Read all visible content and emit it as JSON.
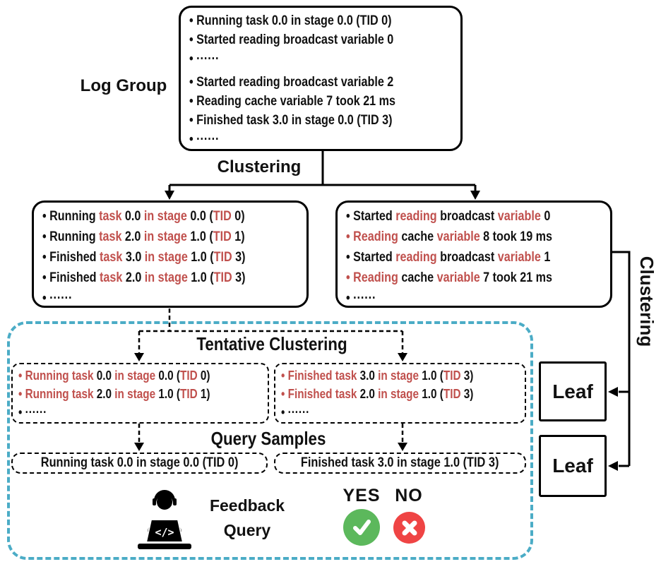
{
  "palette": {
    "text_black": "#111111",
    "token_red": "#C0504D",
    "container_teal": "#4BACC6",
    "yes_green": "#5CB85C",
    "no_red": "#EF4444"
  },
  "labels": {
    "log_group": "Log Group",
    "clustering_top": "Clustering",
    "clustering_right": "Clustering",
    "tentative_clustering": "Tentative Clustering",
    "query_samples": "Query Samples",
    "feedback_line1": "Feedback",
    "feedback_line2": "Query",
    "yes": "YES",
    "no": "NO",
    "leaf_top": "Leaf",
    "leaf_bottom": "Leaf",
    "laptop_code_glyph": "</>"
  },
  "boxes": {
    "log_group": {
      "lines": [
        {
          "seg": [
            {
              "t": "• Running task 0.0 in stage 0.0 (TID 0)",
              "c": "black"
            }
          ]
        },
        {
          "seg": [
            {
              "t": "• Started reading broadcast variable 0",
              "c": "black"
            }
          ]
        },
        {
          "seg": [
            {
              "t": "• ······",
              "c": "black"
            }
          ]
        },
        {
          "gap": true,
          "seg": [
            {
              "t": "• Started reading broadcast variable 2",
              "c": "black"
            }
          ]
        },
        {
          "seg": [
            {
              "t": "• Reading cache variable 7 took 21 ms",
              "c": "black"
            }
          ]
        },
        {
          "seg": [
            {
              "t": "• Finished task 3.0 in stage 0.0 (TID 3)",
              "c": "black"
            }
          ]
        },
        {
          "seg": [
            {
              "t": "• ······",
              "c": "black"
            }
          ]
        }
      ]
    },
    "cluster_left": {
      "lines": [
        {
          "seg": [
            {
              "t": "• Running ",
              "c": "black"
            },
            {
              "t": "task ",
              "c": "red"
            },
            {
              "t": "0.0 ",
              "c": "black"
            },
            {
              "t": "in stage ",
              "c": "red"
            },
            {
              "t": "0.0 (",
              "c": "black"
            },
            {
              "t": "TID",
              "c": "red"
            },
            {
              "t": " 0)",
              "c": "black"
            }
          ]
        },
        {
          "seg": [
            {
              "t": "• Running ",
              "c": "black"
            },
            {
              "t": "task ",
              "c": "red"
            },
            {
              "t": "2.0 ",
              "c": "black"
            },
            {
              "t": "in stage ",
              "c": "red"
            },
            {
              "t": "1.0 (",
              "c": "black"
            },
            {
              "t": "TID",
              "c": "red"
            },
            {
              "t": " 1)",
              "c": "black"
            }
          ]
        },
        {
          "seg": [
            {
              "t": "• Finished ",
              "c": "black"
            },
            {
              "t": "task ",
              "c": "red"
            },
            {
              "t": "3.0 ",
              "c": "black"
            },
            {
              "t": "in stage ",
              "c": "red"
            },
            {
              "t": "1.0 (",
              "c": "black"
            },
            {
              "t": "TID",
              "c": "red"
            },
            {
              "t": " 3)",
              "c": "black"
            }
          ]
        },
        {
          "seg": [
            {
              "t": "• Finished ",
              "c": "black"
            },
            {
              "t": "task ",
              "c": "red"
            },
            {
              "t": "2.0 ",
              "c": "black"
            },
            {
              "t": "in stage ",
              "c": "red"
            },
            {
              "t": "1.0 (",
              "c": "black"
            },
            {
              "t": "TID",
              "c": "red"
            },
            {
              "t": " 3)",
              "c": "black"
            }
          ]
        },
        {
          "seg": [
            {
              "t": "• ······",
              "c": "black"
            }
          ]
        }
      ]
    },
    "cluster_right": {
      "lines": [
        {
          "seg": [
            {
              "t": "• Started ",
              "c": "black"
            },
            {
              "t": "reading ",
              "c": "red"
            },
            {
              "t": "broadcast ",
              "c": "black"
            },
            {
              "t": "variable ",
              "c": "red"
            },
            {
              "t": "0",
              "c": "black"
            }
          ]
        },
        {
          "seg": [
            {
              "t": "• Reading ",
              "c": "red"
            },
            {
              "t": "cache ",
              "c": "black"
            },
            {
              "t": "variable ",
              "c": "red"
            },
            {
              "t": "8 took 19 ms",
              "c": "black"
            }
          ]
        },
        {
          "seg": [
            {
              "t": "• Started ",
              "c": "black"
            },
            {
              "t": "reading ",
              "c": "red"
            },
            {
              "t": "broadcast ",
              "c": "black"
            },
            {
              "t": "variable ",
              "c": "red"
            },
            {
              "t": "1",
              "c": "black"
            }
          ]
        },
        {
          "seg": [
            {
              "t": "• Reading ",
              "c": "red"
            },
            {
              "t": "cache ",
              "c": "black"
            },
            {
              "t": "variable ",
              "c": "red"
            },
            {
              "t": "7 took 21 ms",
              "c": "black"
            }
          ]
        },
        {
          "seg": [
            {
              "t": "• ······",
              "c": "black"
            }
          ]
        }
      ]
    },
    "tentative_left": {
      "lines": [
        {
          "seg": [
            {
              "t": "• Running task ",
              "c": "red"
            },
            {
              "t": "0.0 ",
              "c": "black"
            },
            {
              "t": "in stage ",
              "c": "red"
            },
            {
              "t": "0.0 (",
              "c": "black"
            },
            {
              "t": "TID",
              "c": "red"
            },
            {
              "t": " 0)",
              "c": "black"
            }
          ]
        },
        {
          "seg": [
            {
              "t": "• Running task ",
              "c": "red"
            },
            {
              "t": "2.0 ",
              "c": "black"
            },
            {
              "t": "in stage ",
              "c": "red"
            },
            {
              "t": "1.0 (",
              "c": "black"
            },
            {
              "t": "TID",
              "c": "red"
            },
            {
              "t": " 1)",
              "c": "black"
            }
          ]
        },
        {
          "seg": [
            {
              "t": "• ······",
              "c": "black"
            }
          ]
        }
      ]
    },
    "tentative_right": {
      "lines": [
        {
          "seg": [
            {
              "t": "• Finished task ",
              "c": "red"
            },
            {
              "t": "3.0 ",
              "c": "black"
            },
            {
              "t": "in stage ",
              "c": "red"
            },
            {
              "t": "1.0 (",
              "c": "black"
            },
            {
              "t": "TID",
              "c": "red"
            },
            {
              "t": " 3)",
              "c": "black"
            }
          ]
        },
        {
          "seg": [
            {
              "t": "• Finished task ",
              "c": "red"
            },
            {
              "t": "2.0 ",
              "c": "black"
            },
            {
              "t": "in stage ",
              "c": "red"
            },
            {
              "t": "1.0 (",
              "c": "black"
            },
            {
              "t": "TID",
              "c": "red"
            },
            {
              "t": " 3)",
              "c": "black"
            }
          ]
        },
        {
          "seg": [
            {
              "t": "• ······",
              "c": "black"
            }
          ]
        }
      ]
    },
    "query_left": {
      "text": "Running task 0.0 in stage 0.0 (TID 0)"
    },
    "query_right": {
      "text": "Finished task 3.0 in stage 1.0 (TID 3)"
    }
  }
}
